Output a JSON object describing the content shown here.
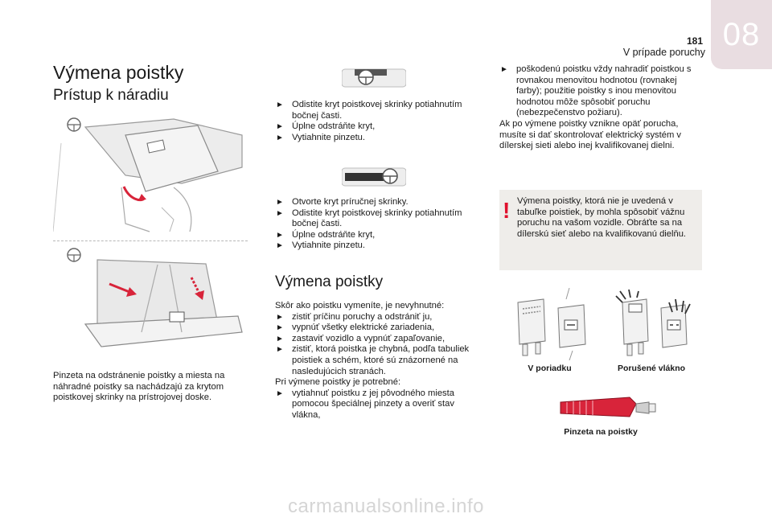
{
  "header": {
    "page_number": "181",
    "chapter_title": "V prípade poruchy",
    "chapter_number": "08"
  },
  "main_title": "Výmena poistky",
  "left": {
    "subtitle": "Prístup k náradiu",
    "caption": "Pinzeta na odstránenie poistky a miesta na náhradné poistky sa nachádzajú za krytom poistkovej skrinky na prístrojovej doske."
  },
  "middle": {
    "steps_1": [
      "Odistite kryt poistkovej skrinky potiahnutím bočnej časti.",
      "Úplne odstráňte kryt,",
      "Vytiahnite pinzetu."
    ],
    "steps_2": [
      "Otvorte kryt príručnej skrinky.",
      "Odistite kryt poistkovej skrinky potiahnutím bočnej časti.",
      "Úplne odstráňte kryt,",
      "Vytiahnite pinzetu."
    ],
    "section_title": "Výmena poistky",
    "intro": "Skôr ako poistku vymeníte, je nevyhnutné:",
    "checks": [
      "zistiť príčinu poruchy a odstrániť ju,",
      "vypnúť všetky elektrické zariadenia,",
      "zastaviť vozidlo a vypnúť zapaľovanie,",
      "zistiť, ktorá poistka je chybná, podľa tabuliek poistiek a schém, ktoré sú znázornené na nasledujúcich stranách."
    ],
    "note": "Pri výmene poistky je potrebné:",
    "action": [
      "vytiahnuť poistku z jej pôvodného miesta pomocou špeciálnej pinzety a overiť stav vlákna,"
    ]
  },
  "right": {
    "replace": [
      "poškodenú poistku vždy nahradiť poistkou s rovnakou menovitou hodnotou (rovnakej farby); použitie poistky s inou menovitou hodnotou môže spôsobiť poruchu (nebezpečenstvo požiaru)."
    ],
    "paragraph": "Ak po výmene poistky vznikne opäť porucha, musíte si dať skontrolovať elektrický systém v dílerskej sieti alebo inej kvalifikovanej dielni.",
    "warning_text": "Výmena poistky, ktorá nie je uvedená v tabuľke poistiek, by mohla spôsobiť vážnu poruchu na vašom vozidle. Obráťte sa na dílerskú sieť alebo na kvalifikovanú dielňu.",
    "label_ok": "V poriadku",
    "label_broken": "Porušené vlákno",
    "label_tweezers": "Pinzeta na poistky"
  },
  "watermark": "carmanualsonline.info",
  "colors": {
    "tab": "#e9dde1",
    "warning_mark": "#e0102d",
    "tweezers": "#d8243a",
    "warning_bg": "#efedea"
  }
}
